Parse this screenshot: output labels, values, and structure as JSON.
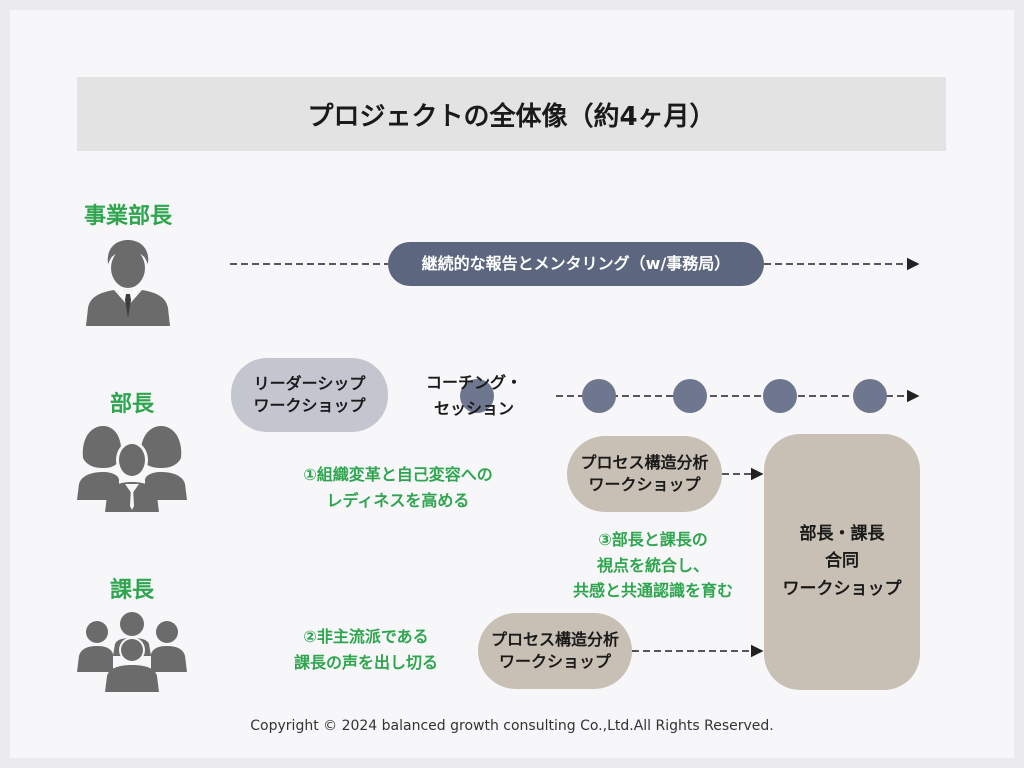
{
  "title": "プロジェクトの全体像（約4ヶ月）",
  "roles": {
    "executive": "事業部長",
    "manager": "部長",
    "section_chief": "課長"
  },
  "icons": {
    "executive": "businessman-icon",
    "manager": "people-group-icon",
    "section_chief": "crowd-icon"
  },
  "reporting_pill": "継続的な報告とメンタリング（w/事務局）",
  "leadership_workshop": [
    "リーダーシップ",
    "ワークショップ"
  ],
  "coaching_session": [
    "コーチング・",
    "セッション"
  ],
  "process_workshop_manager": [
    "プロセス構造分析",
    "ワークショップ"
  ],
  "process_workshop_chief": [
    "プロセス構造分析",
    "ワークショップ"
  ],
  "joint_workshop": [
    "部長・課長",
    "合同",
    "ワークショップ"
  ],
  "goal_1": [
    "①組織変革と自己変容への",
    "レディネスを高める"
  ],
  "goal_2": [
    "②非主流派である",
    "課長の声を出し切る"
  ],
  "goal_3": [
    "③部長と課長の",
    "視点を統合し、",
    "共感と共通認識を育む"
  ],
  "footer": "Copyright © 2024 balanced growth consulting Co.,Ltd.All Rights Reserved.",
  "colors": {
    "green": "#2fa54f",
    "navy": "#5c667e",
    "taupe": "#c8c0b4",
    "icon_gray": "#6b6b6b"
  }
}
